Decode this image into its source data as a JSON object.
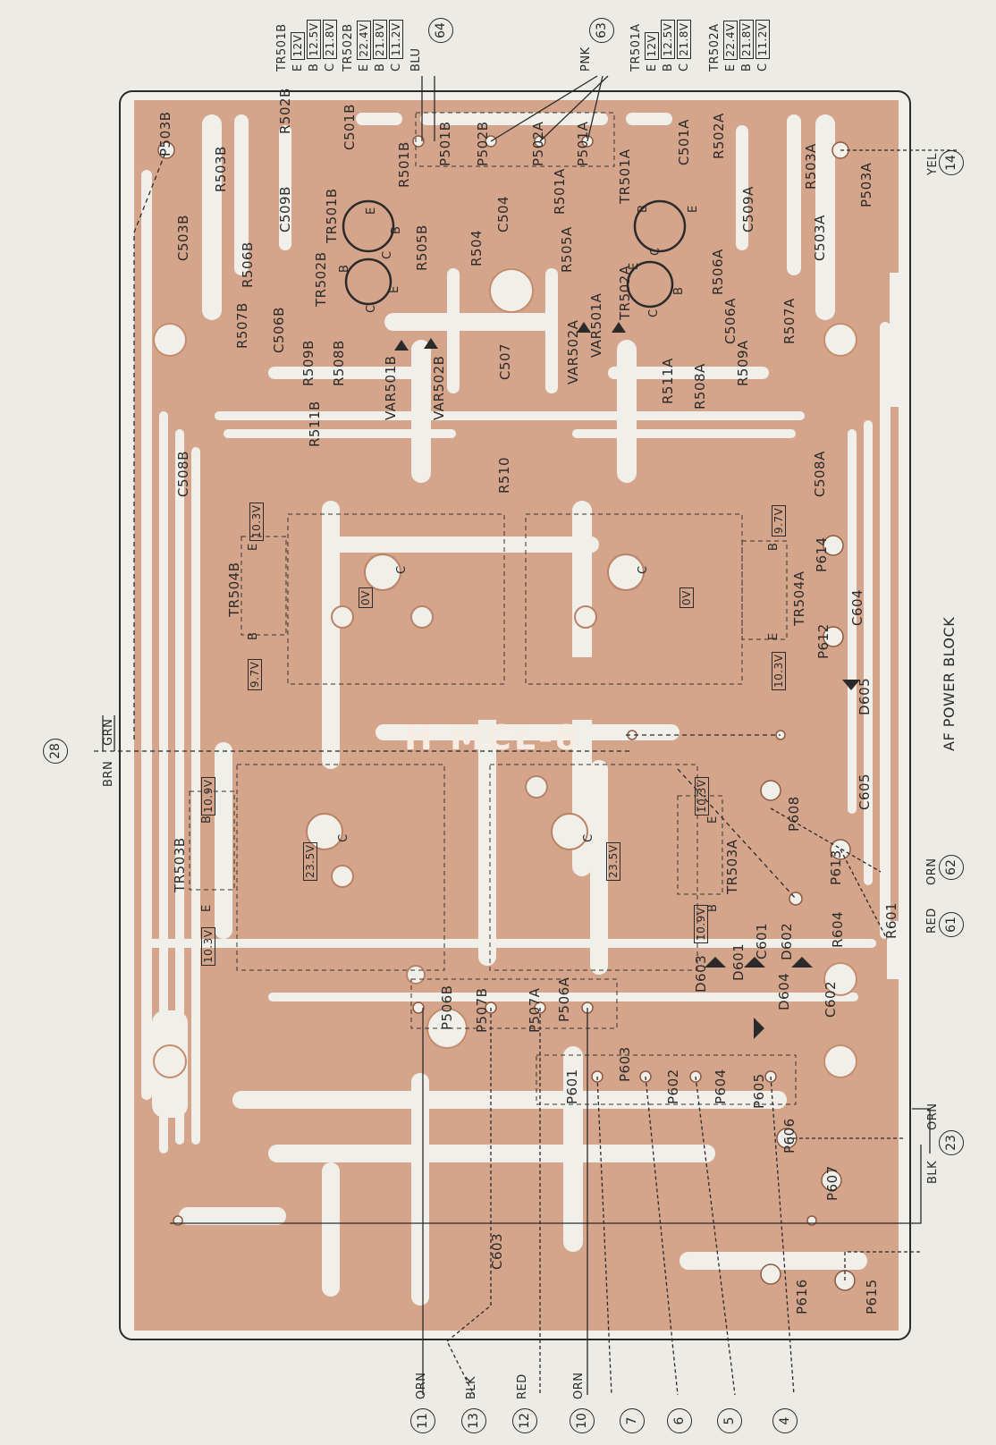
{
  "diagram": {
    "block_title": "AF POWER BLOCK",
    "board_mark": "H MCL-8",
    "voltage_tables": [
      {
        "title": "TR501B",
        "rows": [
          {
            "pin": "E",
            "val": "12V"
          },
          {
            "pin": "B",
            "val": "12.5V"
          },
          {
            "pin": "C",
            "val": "21.8V"
          }
        ]
      },
      {
        "title": "TR502B",
        "rows": [
          {
            "pin": "E",
            "val": "22.4V"
          },
          {
            "pin": "B",
            "val": "21.8V"
          },
          {
            "pin": "C",
            "val": "11.2V"
          }
        ]
      },
      {
        "title": "TR501A",
        "rows": [
          {
            "pin": "E",
            "val": "12V"
          },
          {
            "pin": "B",
            "val": "12.5V"
          },
          {
            "pin": "C",
            "val": "21.8V"
          }
        ]
      },
      {
        "title": "TR502A",
        "rows": [
          {
            "pin": "E",
            "val": "22.4V"
          },
          {
            "pin": "B",
            "val": "21.8V"
          },
          {
            "pin": "C",
            "val": "11.2V"
          }
        ]
      }
    ],
    "wire_colors": {
      "blu": "BLU",
      "pnk": "PNK",
      "yel": "YEL",
      "grn": "GRN",
      "brn": "BRN",
      "orn": "ORN",
      "red": "RED",
      "blk": "BLK"
    },
    "connectors": [
      "64",
      "63",
      "14",
      "28",
      "62",
      "61",
      "23",
      "11",
      "13",
      "12",
      "10",
      "7",
      "6",
      "5",
      "4"
    ],
    "components": {
      "p503b": "P503B",
      "r503b": "R503B",
      "r502b": "R502B",
      "c501b": "C501B",
      "p501b": "P501B",
      "p502b": "P502B",
      "p502a": "P502A",
      "p501a": "P501A",
      "c501a": "C501A",
      "r502a": "R502A",
      "r503a": "R503A",
      "p503a": "P503A",
      "c503b": "C503B",
      "c509b": "C509B",
      "tr501b": "TR501B",
      "r501b": "R501B",
      "c504": "C504",
      "r501a": "R501A",
      "tr501a": "TR501A",
      "c509a": "C509A",
      "c503a": "C503A",
      "r506b": "R506B",
      "tr502b": "TR502B",
      "r505b": "R505B",
      "r504": "R504",
      "r505a": "R505A",
      "tr502a": "TR502A",
      "r506a": "R506A",
      "r507b": "R507B",
      "c506b": "C506B",
      "r509b": "R509B",
      "r508b": "R508B",
      "var501b": "VAR501B",
      "var502b": "VAR502B",
      "c507": "C507",
      "var502a": "VAR502A",
      "var501a": "VAR501A",
      "r511a": "R511A",
      "r508a": "R508A",
      "r509a": "R509A",
      "c506a": "C506A",
      "r507a": "R507A",
      "r511b": "R511B",
      "c508b": "C508B",
      "r510": "R510",
      "c508a": "C508A",
      "tr504b": "TR504B",
      "tr504a": "TR504A",
      "p614": "P614",
      "c604": "C604",
      "p612": "P612",
      "d605": "D605",
      "c605": "C605",
      "tr503b": "TR503B",
      "tr503a": "TR503A",
      "p608": "P608",
      "p613": "P613",
      "r604": "R604",
      "r601": "R601",
      "d603": "D603",
      "d601": "D601",
      "c601": "C601",
      "d602": "D602",
      "d604": "D604",
      "c602": "C602",
      "p506b": "P506B",
      "p507b": "P507B",
      "p507a": "P507A",
      "p506a": "P506A",
      "p601": "P601",
      "p603": "P603",
      "p602": "P602",
      "p604": "P604",
      "p605": "P605",
      "p606": "P606",
      "p607": "P607",
      "c603": "C603",
      "p616": "P616",
      "p615": "P615"
    },
    "pin_letters": {
      "e": "E",
      "b": "B",
      "c": "C"
    },
    "voltages": {
      "v103_tr504b": "10.3V",
      "v97_tr504b": "9.7V",
      "v97_tr504a": "9.7V",
      "v103_tr504a": "10.3V",
      "v0_left": "0V",
      "v0_right": "0V",
      "v109": "10.9V",
      "v103_tr503b": "10.3V",
      "v235_left": "23.5V",
      "v235_right": "23.5V",
      "v103_tr503a": "10.3V",
      "v109_tr503a": "10.9V"
    }
  }
}
